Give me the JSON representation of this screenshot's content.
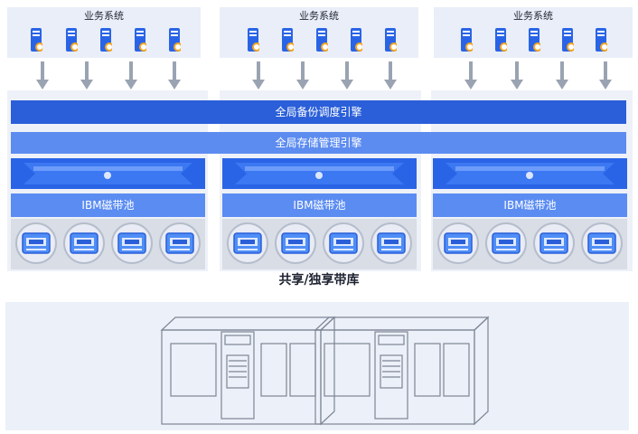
{
  "business_groups": [
    {
      "label": "业务系统",
      "servers": [
        "mail-badge",
        "apps-badge",
        "edge-badge",
        "edge-badge",
        "edge-badge"
      ]
    },
    {
      "label": "业务系统",
      "servers": [
        "mail-badge",
        "apps-badge",
        "edge-badge",
        "edge-badge",
        "edge-badge"
      ]
    },
    {
      "label": "业务系统",
      "servers": [
        "mail-badge",
        "apps-badge",
        "edge-badge",
        "edge-badge",
        "edge-badge"
      ]
    }
  ],
  "engines": {
    "backup_scheduler": "全局备份调度引擎",
    "storage_manager": "全局存储管理引擎"
  },
  "pools": [
    {
      "label": "IBM磁带池"
    },
    {
      "label": "IBM磁带池"
    },
    {
      "label": "IBM磁带池"
    }
  ],
  "shared_library_label": "共享/独享带库",
  "colors": {
    "dark_blue": "#2b5fd9",
    "mid_blue": "#5d8cf0",
    "light_panel": "#e9eef8"
  }
}
